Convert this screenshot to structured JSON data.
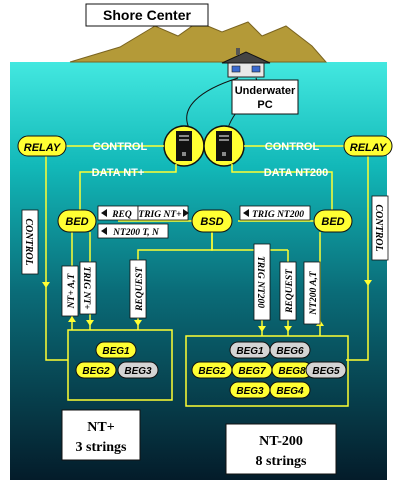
{
  "top": {
    "shore": "Shore Center",
    "underwater_pc": [
      "Underwater",
      "PC"
    ]
  },
  "links": {
    "control_left": "CONTROL",
    "control_right": "CONTROL",
    "data_left": "DATA NT+",
    "data_right": "DATA NT200",
    "control_vert_left": "CONTROL",
    "control_vert_right": "CONTROL"
  },
  "nodes": {
    "relay_left": "RELAY",
    "relay_right": "RELAY",
    "bed_left": "BED",
    "bsd": "BSD",
    "bed_right": "BED"
  },
  "signals": {
    "req": "REQ",
    "trig_ntplus": "TRIG NT+",
    "trig_nt200": "TRIG NT200",
    "nt200_tn": "NT200 T, N",
    "ntplus_at": "NT+ A,T",
    "trig_ntplus_vert": "TRIG NT+",
    "request_left": "REQUEST",
    "trig_nt200_vert": "TRIG NT200",
    "request_right": "REQUEST",
    "nt200_at": "NT200 A,T"
  },
  "beg_left": [
    "BEG1",
    "BEG2",
    "BEG3"
  ],
  "beg_right": [
    "BEG1",
    "BEG6",
    "BEG2",
    "BEG7",
    "BEG8",
    "BEG5",
    "BEG3",
    "BEG4"
  ],
  "captions": {
    "ntplus": [
      "NT+",
      "3 strings"
    ],
    "nt200": [
      "NT-200",
      "8 strings"
    ]
  },
  "colors": {
    "yellow": "#ffff33",
    "gray": "#d4d4d4",
    "sea_top": "#39e4dc",
    "sea_bottom": "#052030",
    "land": "#b49a38"
  }
}
